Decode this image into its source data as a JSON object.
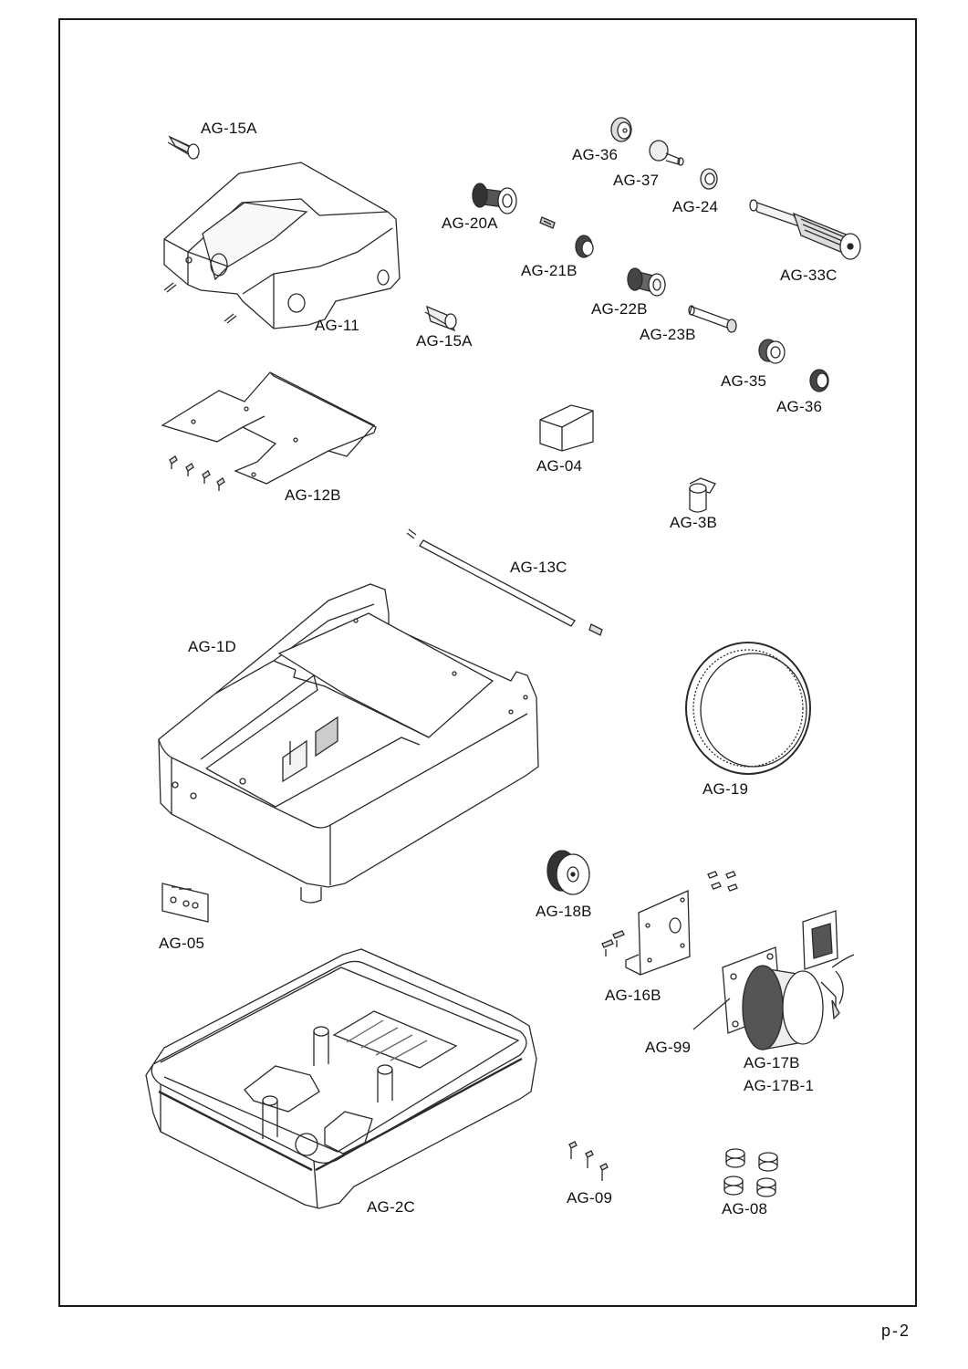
{
  "labels": {
    "ag15a_top": "AG-15A",
    "ag11": "AG-11",
    "ag15a_mid": "AG-15A",
    "ag36_top": "AG-36",
    "ag37": "AG-37",
    "ag24": "AG-24",
    "ag20a": "AG-20A",
    "ag21b": "AG-21B",
    "ag33c": "AG-33C",
    "ag22b": "AG-22B",
    "ag23b": "AG-23B",
    "ag35": "AG-35",
    "ag36_bot": "AG-36",
    "ag12b": "AG-12B",
    "ag04": "AG-04",
    "ag3b": "AG-3B",
    "ag13c": "AG-13C",
    "ag1d": "AG-1D",
    "ag19": "AG-19",
    "ag05": "AG-05",
    "ag18b": "AG-18B",
    "ag16b": "AG-16B",
    "ag99": "AG-99",
    "ag17b": "AG-17B",
    "ag17b1": "AG-17B-1",
    "ag2c": "AG-2C",
    "ag09": "AG-09",
    "ag08": "AG-08"
  },
  "page_number": "p-2"
}
